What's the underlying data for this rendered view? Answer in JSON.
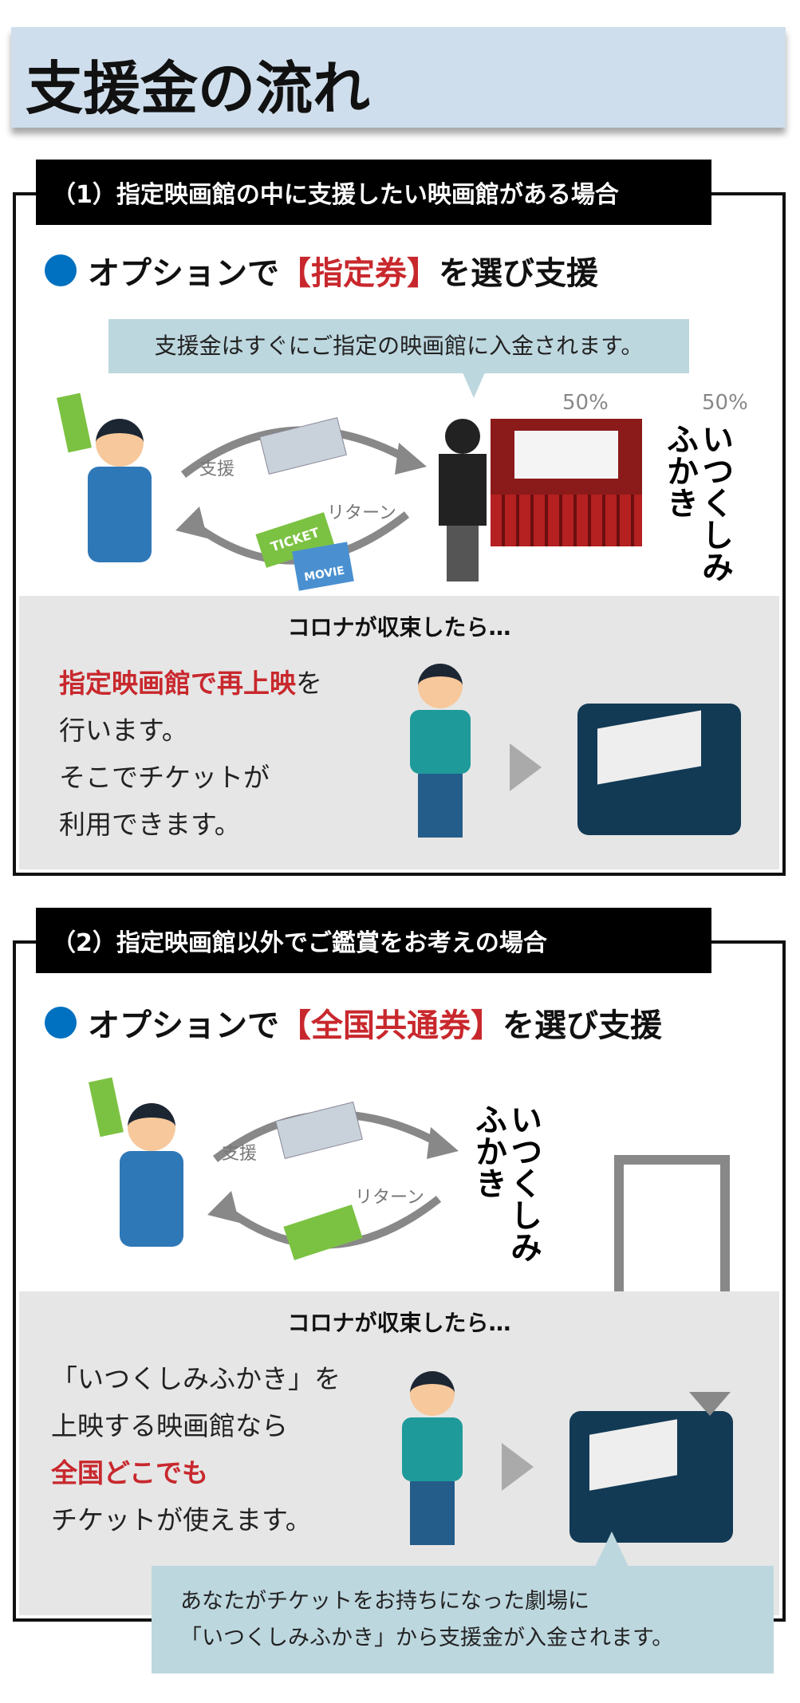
{
  "title": "支援金の流れ",
  "section1": {
    "header": "（1）指定映画館の中に支援したい映画館がある場合",
    "option_prefix": "オプションで",
    "option_highlight": "【指定券】",
    "option_suffix": "を選び支援",
    "callout": "支援金はすぐにご指定の映画館に入金されます。",
    "label_support": "支援",
    "label_return": "リターン",
    "pct_left": "50%",
    "pct_right": "50%",
    "logo": "いつくしみふかき",
    "after_heading": "コロナが収束したら…",
    "body_highlight": "指定映画館で再上映",
    "body_line1_suffix": "を",
    "body_line2": "行います。",
    "body_line3": "そこでチケットが",
    "body_line4": "利用できます。",
    "ticket_text": "TICKET",
    "movie_text": "MOVIE"
  },
  "section2": {
    "header": "（2）指定映画館以外でご鑑賞をお考えの場合",
    "option_prefix": "オプションで",
    "option_highlight": "【全国共通券】",
    "option_suffix": "を選び支援",
    "label_support": "支援",
    "label_return": "リターン",
    "logo": "いつくしみふかき",
    "after_heading": "コロナが収束したら…",
    "body_line1": "「いつくしみふかき」を",
    "body_line2": "上映する映画館なら",
    "body_highlight": "全国どこでも",
    "body_line4": "チケットが使えます。",
    "callout_line1": "あなたがチケットをお持ちになった劇場に",
    "callout_line2": "「いつくしみふかき」から支援金が入金されます。"
  },
  "colors": {
    "accent_red": "#c8282d",
    "bullet_blue": "#0070c0",
    "title_bg": "#cfdeec",
    "callout_bg": "#bdd7df",
    "gray_bg": "#e6e6e6"
  }
}
